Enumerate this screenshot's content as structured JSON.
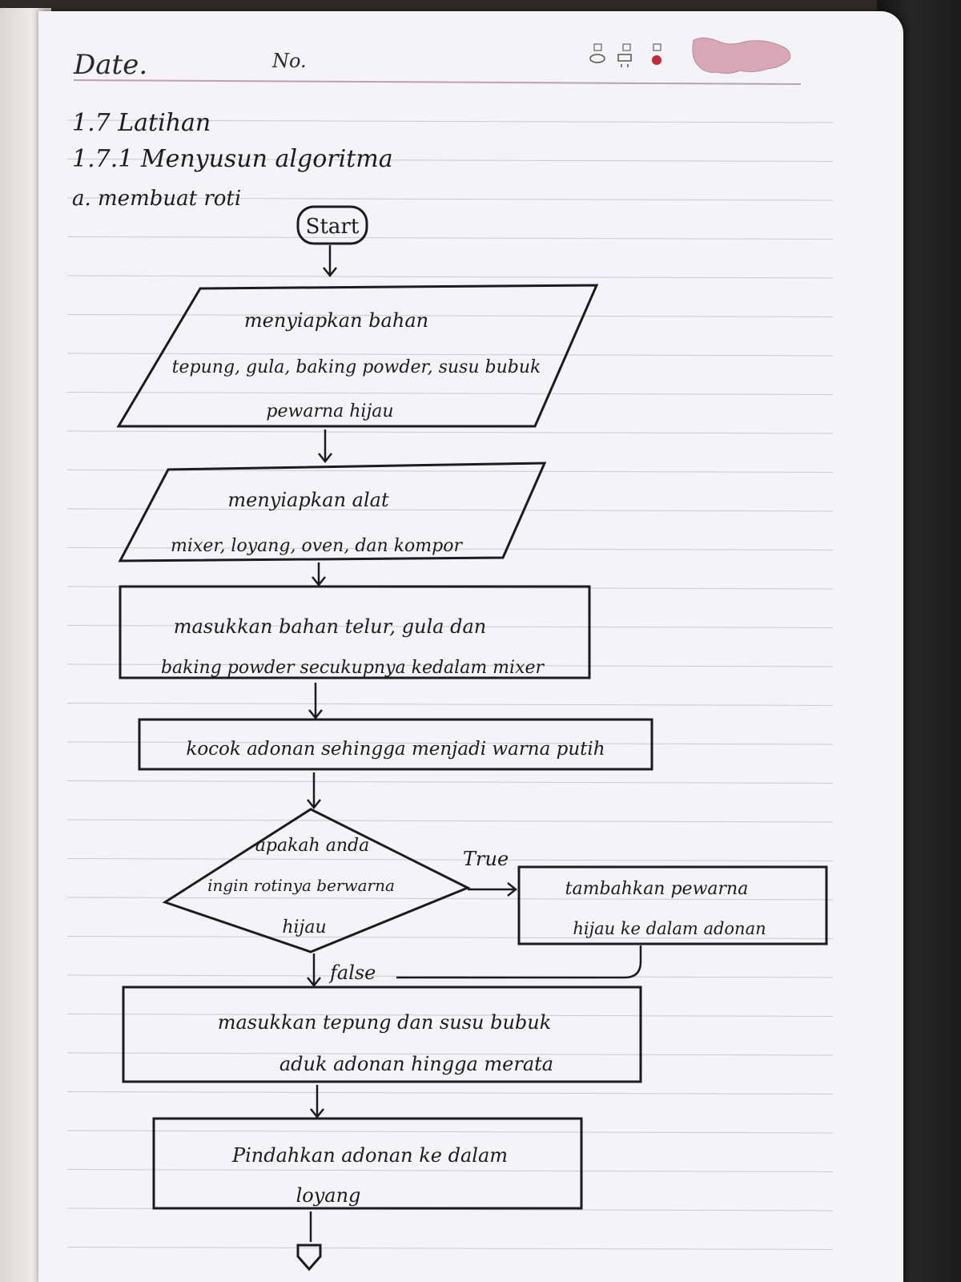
{
  "header": {
    "date_label": "Date.",
    "no_label": "No."
  },
  "headings": {
    "section": "1.7 Latihan",
    "subsection": "1.7.1 Menyusun algoritma",
    "item": "a. membuat roti"
  },
  "flowchart": {
    "start": "Start",
    "prepare_ingredients": [
      "menyiapkan bahan",
      "tepung, gula, baking powder, susu bubuk",
      "pewarna hijau"
    ],
    "prepare_tools": [
      "menyiapkan alat",
      "mixer, loyang, oven, dan kompor"
    ],
    "mix_ingredients": [
      "masukkan bahan telur, gula dan",
      "baking powder secukupnya kedalam mixer"
    ],
    "beat_batter": "kocok adonan sehingga menjadi warna putih",
    "decision": [
      "apakah anda",
      "ingin rotinya berwarna",
      "hijau"
    ],
    "true_label": "True",
    "false_label": "false",
    "add_coloring": [
      "tambahkan pewarna",
      "hijau ke dalam adonan"
    ],
    "add_flour": [
      "masukkan tepung dan susu bubuk",
      "aduk adonan hingga merata"
    ],
    "move_batter": [
      "Pindahkan adonan ke dalam",
      "loyang"
    ]
  },
  "colors": {
    "ink": "#1c1c1e",
    "paper": "#f4f3f6",
    "rule_line": "#c9c9d0",
    "header_rule": "#b9a4ae",
    "map_pink": "#d8a8b8"
  }
}
